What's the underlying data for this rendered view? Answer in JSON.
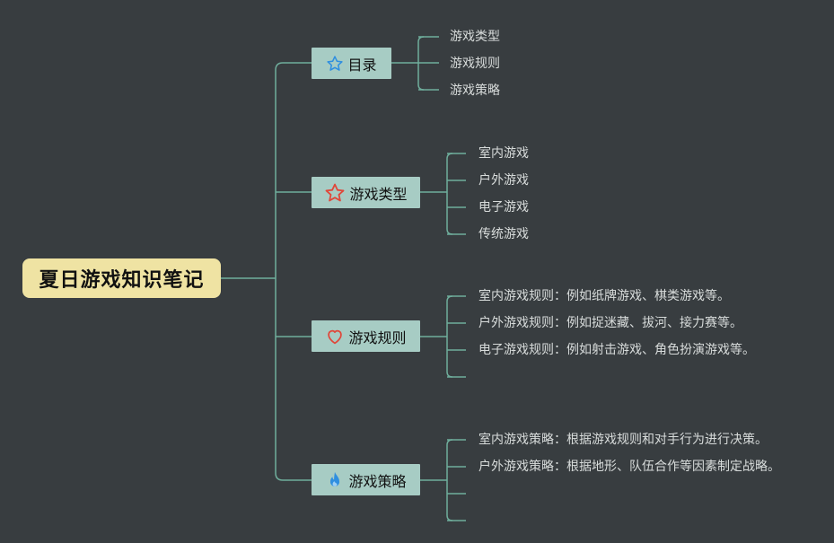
{
  "root": {
    "title": "夏日游戏知识笔记"
  },
  "branches": [
    {
      "label": "目录",
      "icon": "star-outline-icon",
      "icon_color": "#2f8fe0",
      "children": [
        "游戏类型",
        "游戏规则",
        "游戏策略"
      ]
    },
    {
      "label": "游戏类型",
      "icon": "star-outline-icon",
      "icon_color": "#e0473a",
      "children": [
        "室内游戏",
        "户外游戏",
        "电子游戏",
        "传统游戏"
      ]
    },
    {
      "label": "游戏规则",
      "icon": "heart-outline-icon",
      "icon_color": "#e0473a",
      "children": [
        "室内游戏规则：例如纸牌游戏、棋类游戏等。",
        "户外游戏规则：例如捉迷藏、拔河、接力赛等。",
        "电子游戏规则：例如射击游戏、角色扮演游戏等。",
        ""
      ]
    },
    {
      "label": "游戏策略",
      "icon": "flame-icon",
      "icon_color": "#2f8fe0",
      "children": [
        "室内游戏策略：根据游戏规则和对手行为进行决策。",
        "户外游戏策略：根据地形、队伍合作等因素制定战略。",
        "",
        ""
      ]
    }
  ],
  "colors": {
    "background": "#383d40",
    "line": "#6fae9c",
    "root_fill": "#efe3a3",
    "branch_fill": "#a7ccc4"
  }
}
